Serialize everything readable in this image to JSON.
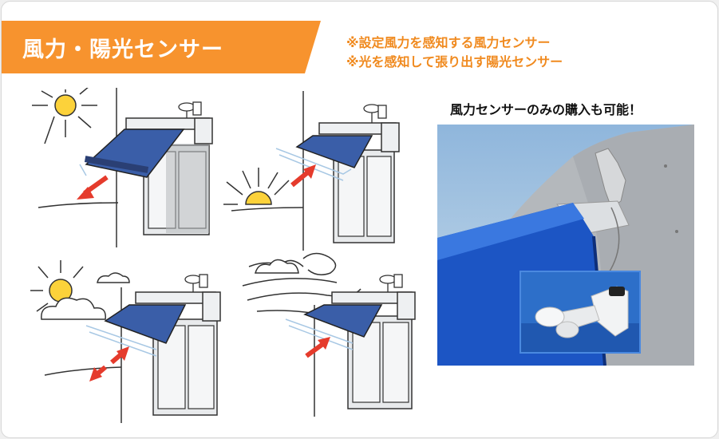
{
  "header": {
    "title": "風力・陽光センサー"
  },
  "notes": [
    "※設定風力を感知する風力センサー",
    "※光を感知して張り出す陽光センサー"
  ],
  "photo": {
    "caption": "風力センサーのみの購入も可能！"
  },
  "colors": {
    "banner": "#f7932e",
    "note_text": "#f08a1f",
    "awning": "#3a5ea8",
    "sun": "#fcd23a",
    "arrow": "#e53b2c",
    "sky": "#a8c8e4",
    "wall": "#b4b8bc"
  },
  "icons": [
    "sun-icon",
    "cloud-icon",
    "wind-icon",
    "arrow-icon",
    "wind-sensor-icon"
  ]
}
